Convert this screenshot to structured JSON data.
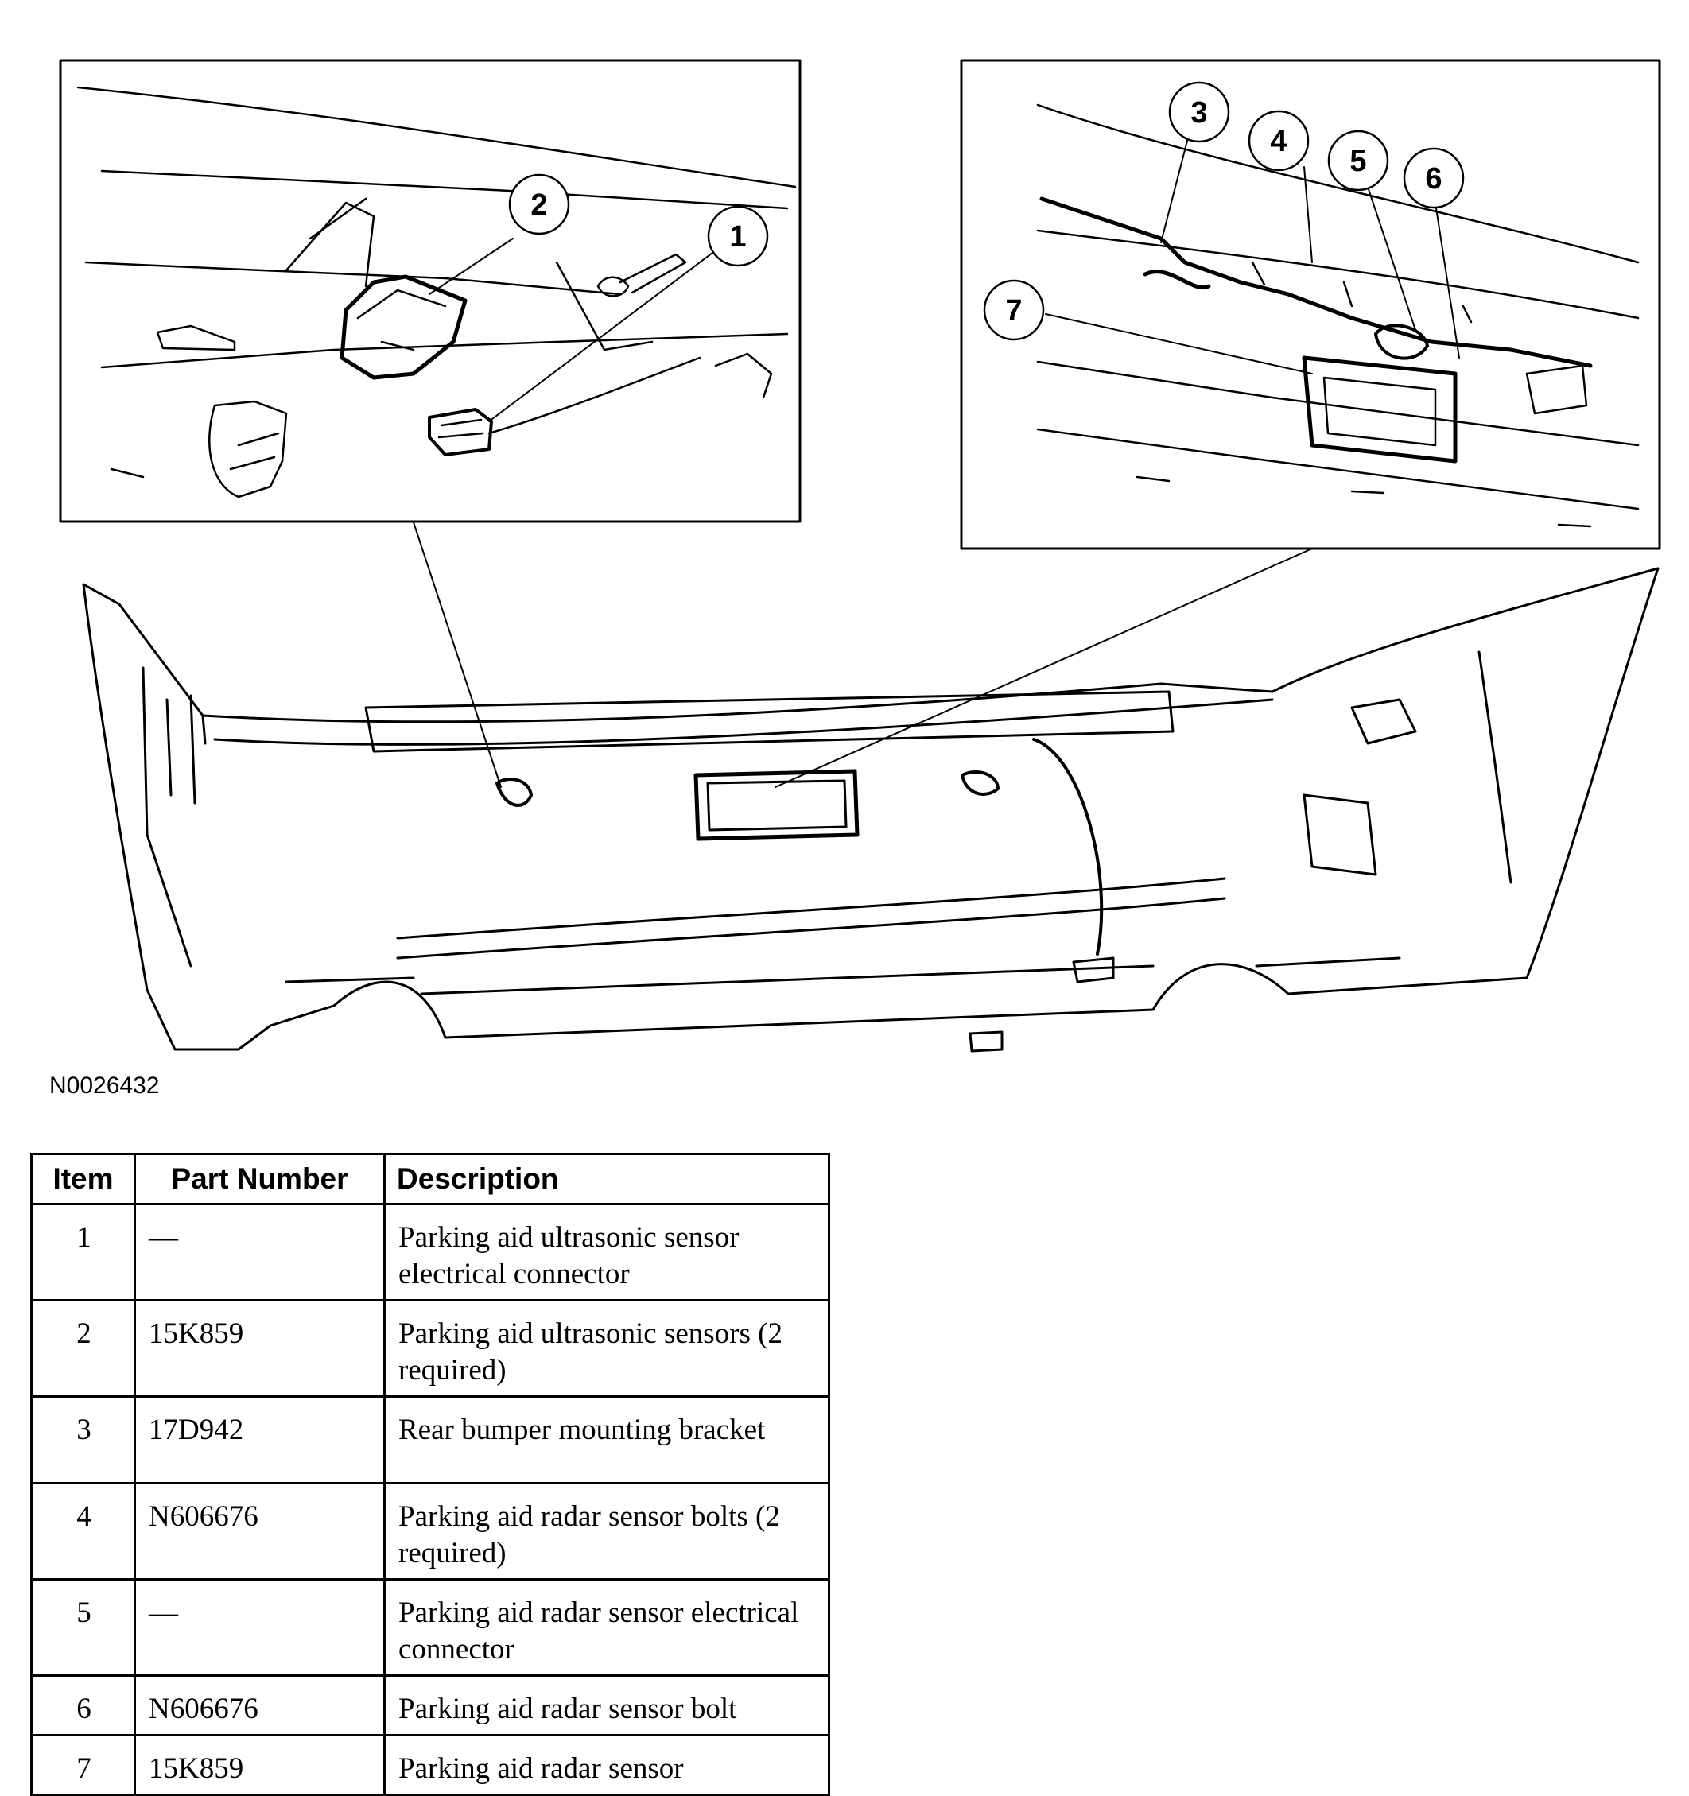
{
  "figure_id": "N0026432",
  "callouts": [
    "1",
    "2",
    "3",
    "4",
    "5",
    "6",
    "7"
  ],
  "table": {
    "headers": {
      "item": "Item",
      "part_number": "Part Number",
      "description": "Description"
    },
    "rows": [
      {
        "item": "1",
        "part_number": "—",
        "description": "Parking aid ultrasonic sensor electrical connector"
      },
      {
        "item": "2",
        "part_number": "15K859",
        "description": "Parking aid ultrasonic sensors (2 required)"
      },
      {
        "item": "3",
        "part_number": "17D942",
        "description": "Rear bumper mounting bracket"
      },
      {
        "item": "4",
        "part_number": "N606676",
        "description": "Parking aid radar sensor bolts (2 required)"
      },
      {
        "item": "5",
        "part_number": "—",
        "description": "Parking aid radar sensor electrical connector"
      },
      {
        "item": "6",
        "part_number": "N606676",
        "description": "Parking aid radar sensor bolt"
      },
      {
        "item": "7",
        "part_number": "15K859",
        "description": "Parking aid radar sensor"
      }
    ]
  }
}
